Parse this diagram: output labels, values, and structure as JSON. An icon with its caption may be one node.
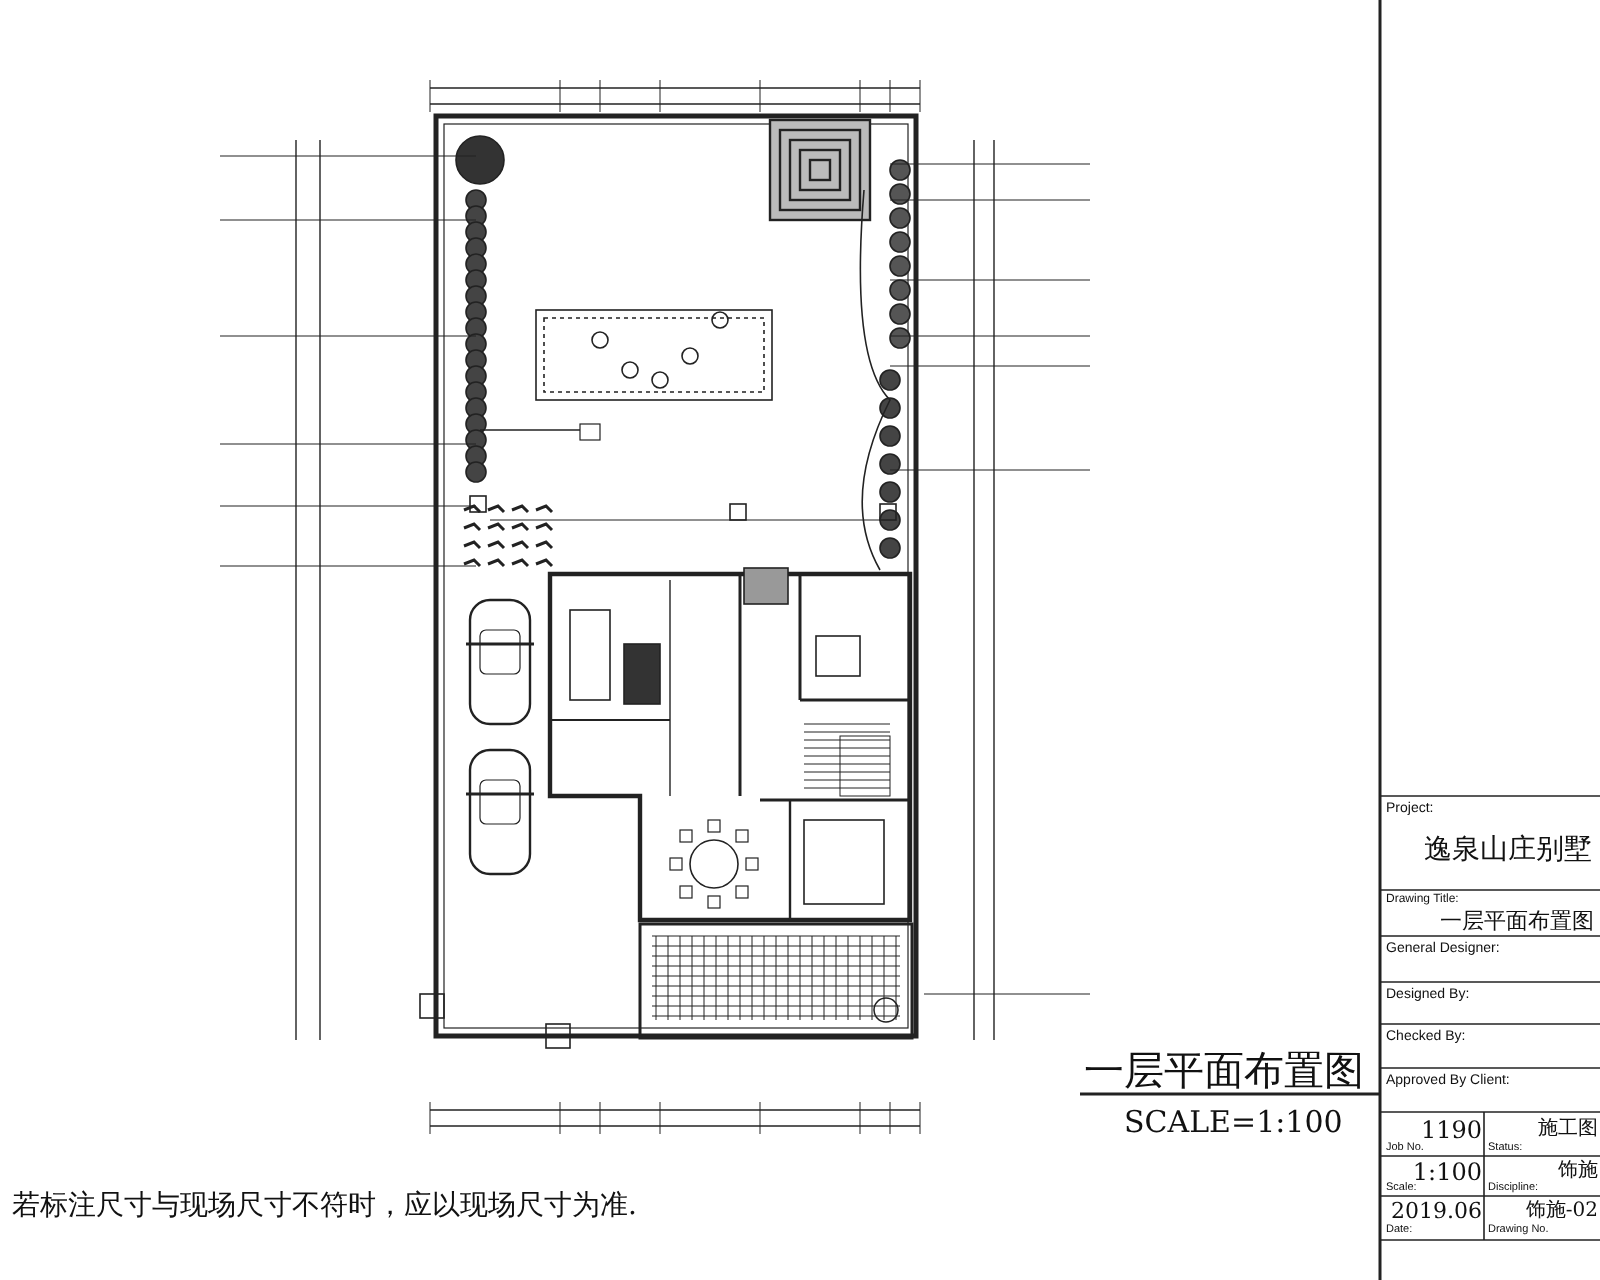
{
  "diagram": {
    "title": "一层平面布置图",
    "labels": [
      "SCALE=1:100",
      "若标注尺寸与现场尺寸不符时，应以现场尺寸为准.",
      "Project:",
      "逸泉山庄别墅",
      "Drawing Title:",
      "一层平面布置图",
      "General Designer:",
      "Designed By:",
      "Checked By:",
      "Approved By Client:",
      "Job No.",
      "1190",
      "Status:",
      "施工图",
      "Scale:",
      "1:100",
      "Discipline:",
      "饰施",
      "Date:",
      "2019.06",
      "Drawing No.",
      "饰施-02"
    ]
  }
}
